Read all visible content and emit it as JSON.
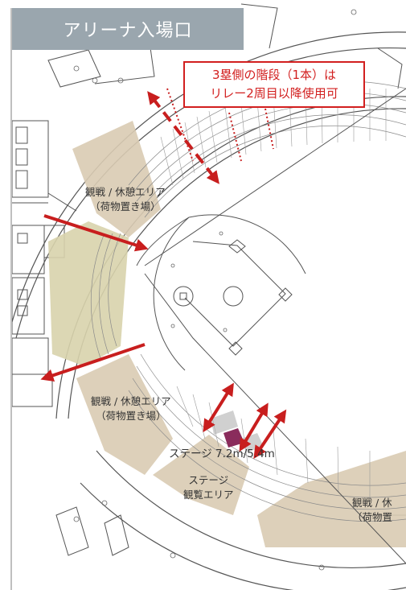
{
  "title": "アリーナ入場口",
  "notice": {
    "line1": "3塁側の階段（1本）は",
    "line2": "リレー2周目以降使用可"
  },
  "labels": {
    "zone_upper_1": "観戦 / 休憩エリア",
    "zone_upper_2": "（荷物置き場）",
    "zone_lower_1": "観戦 / 休憩エリア",
    "zone_lower_2": "（荷物置き場）",
    "stage": "ステージ 7.2m/5.4m",
    "stage_view_1": "ステージ",
    "stage_view_2": "観覧エリア",
    "zone_right_1": "観戦 / 休",
    "zone_right_2": "（荷物置"
  },
  "colors": {
    "title_bg": "#9aa6ae",
    "arrow": "#c81e1e",
    "zone_fill": "#d9cbb3",
    "entry_fill": "#d8d3ac",
    "stage": "#8a2c5c"
  }
}
